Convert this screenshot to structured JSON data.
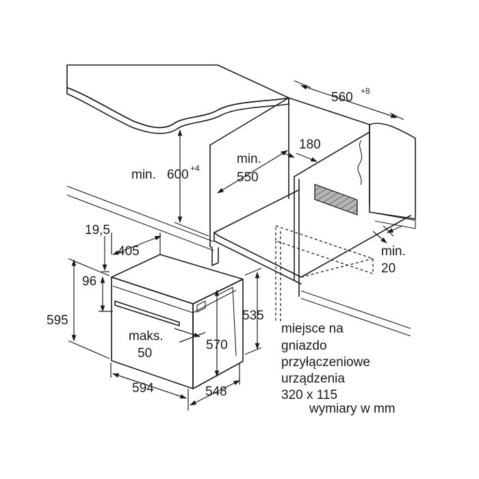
{
  "dimensions": {
    "niche_width": "560",
    "niche_width_tol": "+8",
    "min_height_prefix": "min. ",
    "min_height": "600",
    "min_height_tol": "+4",
    "min_depth_line1": "min.",
    "min_depth_line2": "550",
    "vent_depth": "180",
    "front_gap_line1": "min.",
    "front_gap_line2": "20",
    "door_offset": "19,5",
    "door_depth": "405",
    "panel_height": "96",
    "total_height": "595",
    "body_height_rear": "535",
    "body_height": "570",
    "max_gap_line1": "maks.",
    "max_gap_line2": "50",
    "total_width": "594",
    "body_depth": "548"
  },
  "socket_note": {
    "line1": "miejsce na",
    "line2": "gniazdo",
    "line3": "przyłączeniowe",
    "line4": "urządzenia",
    "line5": "320 x 115"
  },
  "units_note": "wymiary w mm",
  "colors": {
    "countertop": "#c8c8c8",
    "vent_hatch": "#9a9a9a",
    "line": "#1a1a1a"
  }
}
